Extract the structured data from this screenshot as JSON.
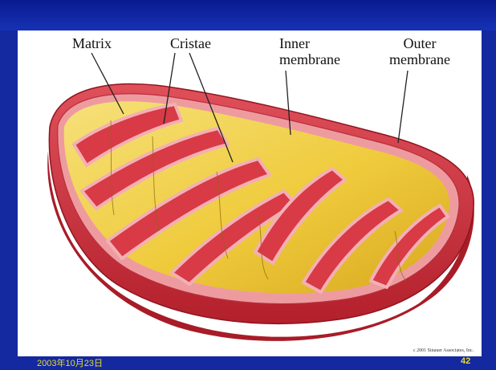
{
  "labels": {
    "matrix": "Matrix",
    "cristae": "Cristae",
    "inner_line1": "Inner",
    "inner_line2": "membrane",
    "outer_line1": "Outer",
    "outer_line2": "membrane"
  },
  "credit": "c 2001 Sinauer Associates, Inc.",
  "footer": {
    "date": "2003年10月23日",
    "page_number": "42"
  },
  "colors": {
    "slide_background": "#1428a0",
    "outer_membrane": "#d4323c",
    "inner_membrane": "#e87a80",
    "matrix": "#f2d24a",
    "footer_text": "#e8dc30"
  }
}
